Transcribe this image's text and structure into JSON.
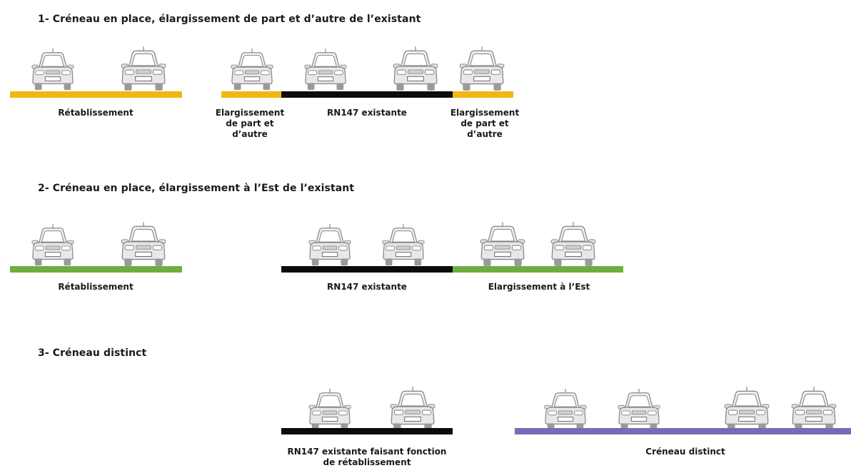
{
  "colors": {
    "retablissement_section1": "#F2B80F",
    "elargissement_section1": "#F2B80F",
    "existing": "#0b0b0b",
    "retablissement_section2": "#6DAE3E",
    "elargissement_est": "#6DAE3E",
    "creneau_distinct": "#7A6AB5",
    "car_body": "#e8e8e8",
    "car_stroke": "#8a8a8a"
  },
  "icons": {
    "car": "car-front-icon"
  },
  "section1": {
    "title": "1- Créneau en place, élargissement de part et d’autre de l’existant",
    "left_label": "Rétablissement",
    "widen_left_label": [
      "Elargissement",
      "de part et",
      "d’autre"
    ],
    "existing_label": "RN147 existante",
    "widen_right_label": [
      "Elargissement",
      "de part et",
      "d’autre"
    ]
  },
  "section2": {
    "title": "2- Créneau en place, élargissement à l’Est de l’existant",
    "left_label": "Rétablissement",
    "existing_label": "RN147 existante",
    "widen_label": "Elargissement à l’Est"
  },
  "section3": {
    "title": "3- Créneau distinct",
    "existing_label": [
      "RN147 existante faisant fonction",
      "de rétablissement"
    ],
    "distinct_label": "Créneau distinct"
  }
}
